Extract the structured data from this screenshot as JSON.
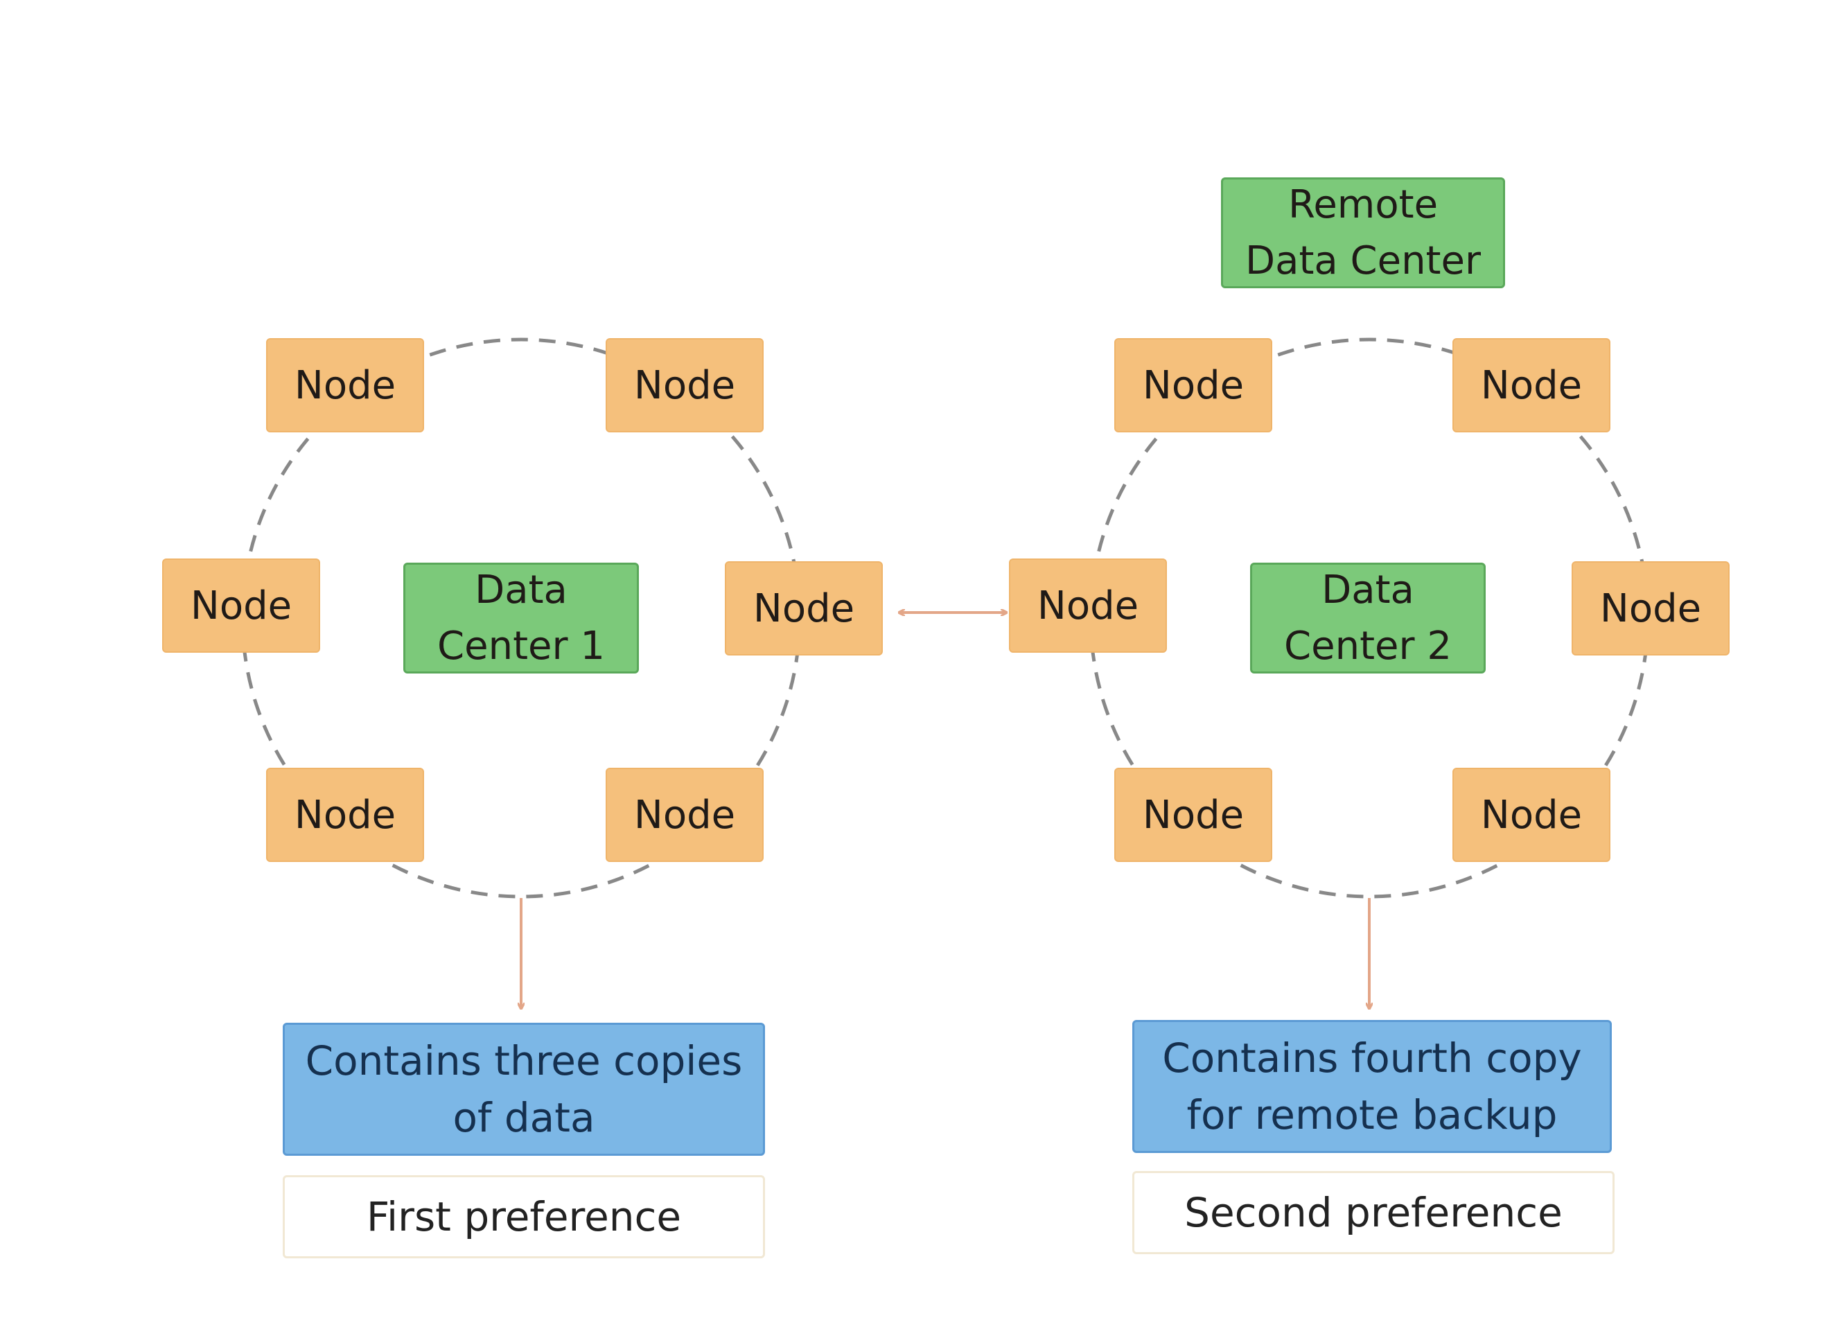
{
  "colors": {
    "node": "#f5c07c",
    "data_center": "#7cc97a",
    "info": "#7cb7e6",
    "ring": "#888888",
    "arrow": "#e3a688"
  },
  "left": {
    "data_center_line1": "Data",
    "data_center_line2": "Center 1",
    "nodes": [
      "Node",
      "Node",
      "Node",
      "Node",
      "Node",
      "Node"
    ],
    "info_line1": "Contains three copies",
    "info_line2": "of data",
    "preference": "First preference"
  },
  "right": {
    "remote_line1": "Remote",
    "remote_line2": "Data Center",
    "data_center_line1": "Data",
    "data_center_line2": "Center 2",
    "nodes": [
      "Node",
      "Node",
      "Node",
      "Node",
      "Node",
      "Node"
    ],
    "info_line1": "Contains fourth copy",
    "info_line2": "for remote backup",
    "preference": "Second preference"
  }
}
